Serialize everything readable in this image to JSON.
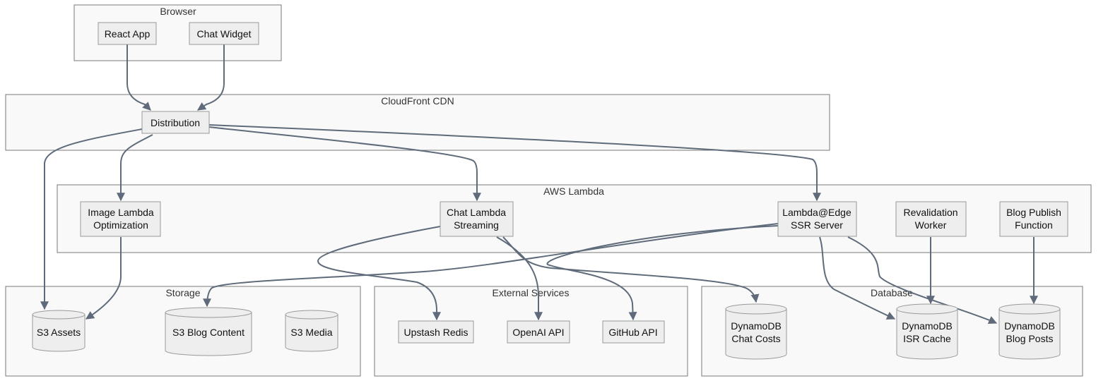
{
  "colors": {
    "cluster_fill": "#f9f9f9",
    "cluster_stroke": "#7a7a7a",
    "node_fill": "#eeeeee",
    "node_stroke": "#999999",
    "edge": "#5f6b7a",
    "text": "#111111"
  },
  "clusters": {
    "browser": {
      "label": "Browser"
    },
    "cdn": {
      "label": "CloudFront CDN"
    },
    "lambda": {
      "label": "AWS Lambda"
    },
    "storage": {
      "label": "Storage"
    },
    "external": {
      "label": "External Services"
    },
    "database": {
      "label": "Database"
    }
  },
  "nodes": {
    "react_app": {
      "label": "React App"
    },
    "chat_widget": {
      "label": "Chat Widget"
    },
    "distribution": {
      "label": "Distribution"
    },
    "image_lambda": {
      "line1": "Image Lambda",
      "line2": "Optimization"
    },
    "chat_lambda": {
      "line1": "Chat Lambda",
      "line2": "Streaming"
    },
    "lambda_edge": {
      "line1": "Lambda@Edge",
      "line2": "SSR Server"
    },
    "revalidation": {
      "line1": "Revalidation",
      "line2": "Worker"
    },
    "blog_publish": {
      "line1": "Blog Publish",
      "line2": "Function"
    },
    "s3_assets": {
      "label": "S3 Assets"
    },
    "s3_blog": {
      "label": "S3 Blog Content"
    },
    "s3_media": {
      "label": "S3 Media"
    },
    "upstash": {
      "label": "Upstash Redis"
    },
    "openai": {
      "label": "OpenAI API"
    },
    "github": {
      "label": "GitHub API"
    },
    "ddb_chat": {
      "line1": "DynamoDB",
      "line2": "Chat Costs"
    },
    "ddb_isr": {
      "line1": "DynamoDB",
      "line2": "ISR Cache"
    },
    "ddb_blog": {
      "line1": "DynamoDB",
      "line2": "Blog Posts"
    }
  },
  "edges": [
    {
      "from": "React App",
      "to": "Distribution"
    },
    {
      "from": "Chat Widget",
      "to": "Distribution"
    },
    {
      "from": "Distribution",
      "to": "S3 Assets"
    },
    {
      "from": "Distribution",
      "to": "Image Lambda"
    },
    {
      "from": "Distribution",
      "to": "Chat Lambda"
    },
    {
      "from": "Distribution",
      "to": "Lambda@Edge"
    },
    {
      "from": "Image Lambda",
      "to": "S3 Assets"
    },
    {
      "from": "Chat Lambda",
      "to": "Upstash Redis"
    },
    {
      "from": "Chat Lambda",
      "to": "OpenAI API"
    },
    {
      "from": "Chat Lambda",
      "to": "DynamoDB Chat Costs"
    },
    {
      "from": "Lambda@Edge",
      "to": "S3 Blog Content"
    },
    {
      "from": "Lambda@Edge",
      "to": "GitHub API"
    },
    {
      "from": "Lambda@Edge",
      "to": "DynamoDB ISR Cache"
    },
    {
      "from": "Lambda@Edge",
      "to": "DynamoDB Blog Posts"
    },
    {
      "from": "Revalidation Worker",
      "to": "DynamoDB ISR Cache"
    },
    {
      "from": "Blog Publish Function",
      "to": "DynamoDB Blog Posts"
    }
  ]
}
